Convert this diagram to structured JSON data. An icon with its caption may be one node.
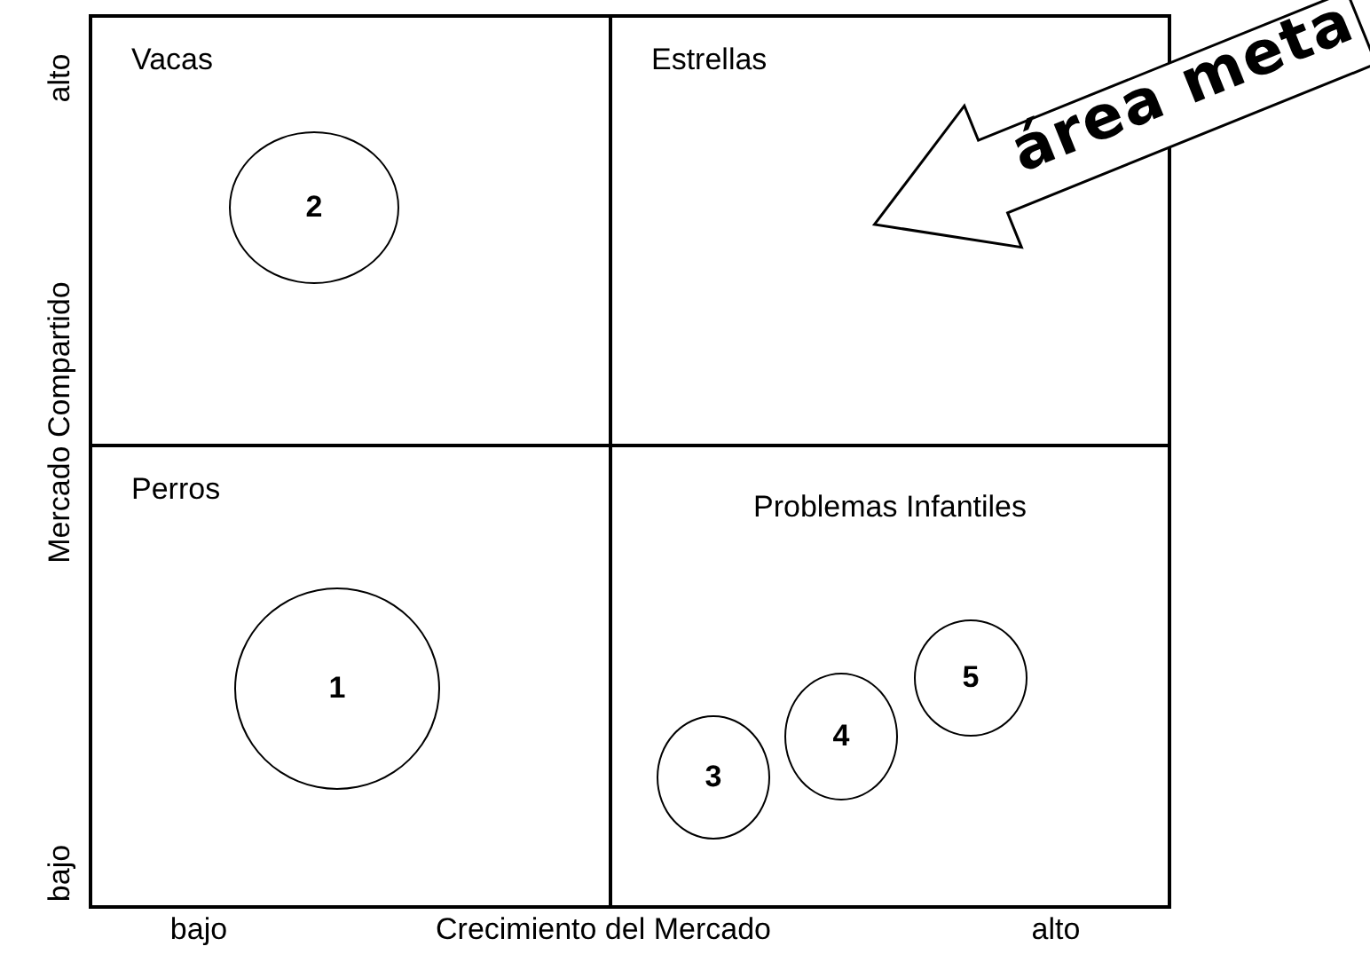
{
  "diagram": {
    "nodes": [
      {
        "text": [
          "Vacas"
        ]
      },
      {
        "text": [
          "2"
        ],
        "in": 0
      },
      {
        "text": [
          "Estrellas"
        ]
      },
      {
        "text": [
          "área meta"
        ]
      },
      {
        "text": [
          "Perros"
        ]
      },
      {
        "text": [
          "1"
        ],
        "in": 4
      },
      {
        "text": [
          "Problemas Infantiles"
        ]
      },
      {
        "text": [
          "3"
        ],
        "in": 6
      },
      {
        "text": [
          "4"
        ],
        "in": 6
      },
      {
        "text": [
          "5"
        ],
        "in": 6
      }
    ],
    "edges": [],
    "labels": [
      "alto",
      "Mercado Compartido",
      "bajo",
      "bajo",
      "Crecimiento del Mercado",
      "alto"
    ]
  }
}
